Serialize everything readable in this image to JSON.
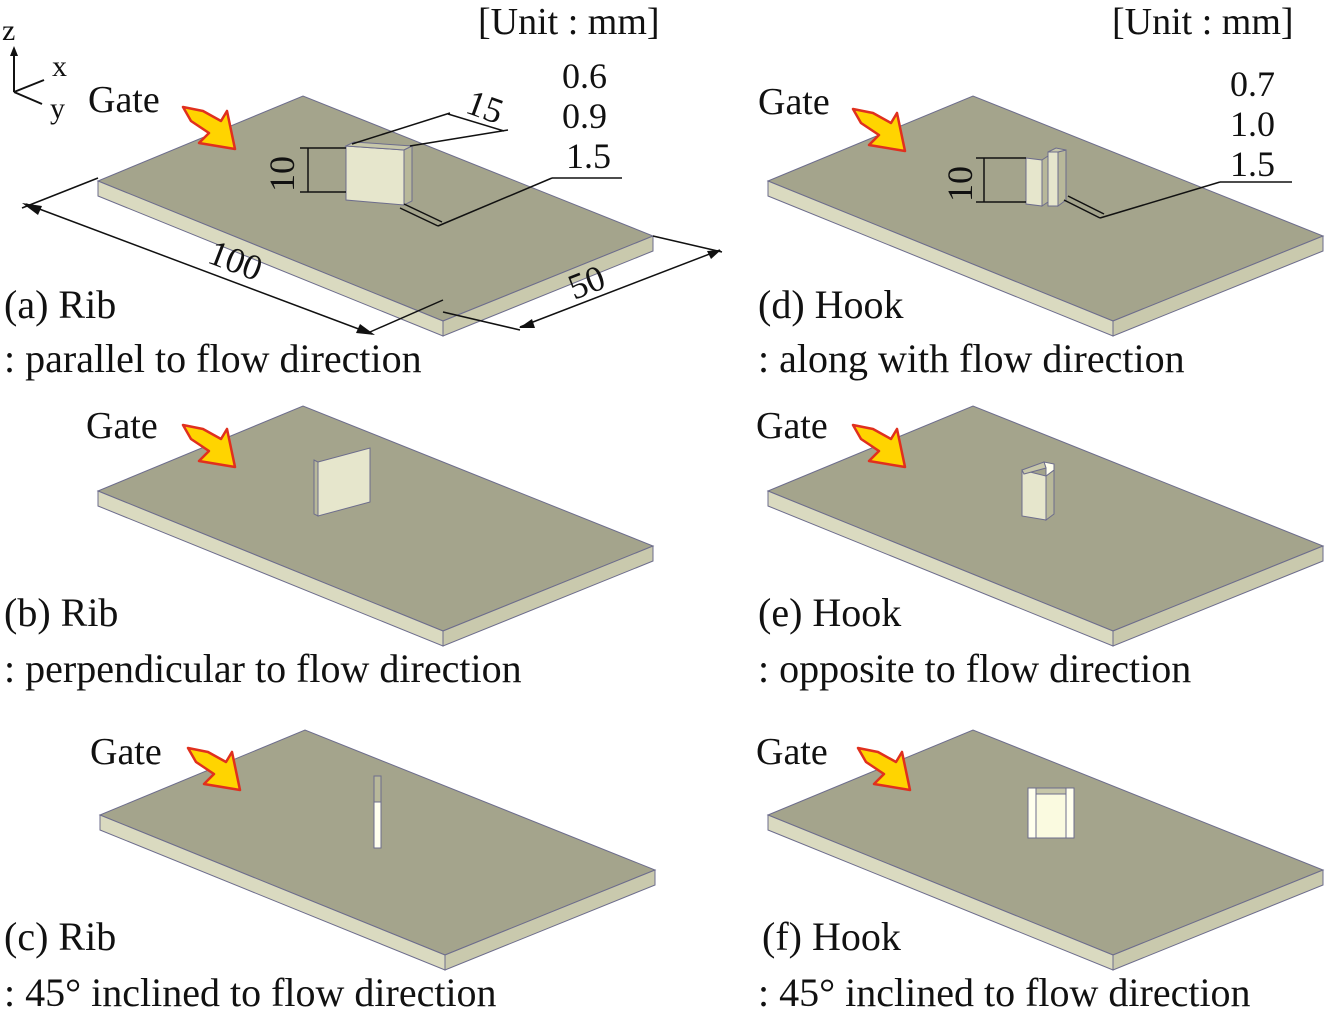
{
  "unit_label": "[Unit : mm]",
  "axes": {
    "z": "z",
    "x": "x",
    "y": "y"
  },
  "gate_label": "Gate",
  "panels": {
    "a": {
      "title": "(a) Rib",
      "subtitle": ": parallel to flow direction"
    },
    "b": {
      "title": "(b) Rib",
      "subtitle": ": perpendicular to flow direction"
    },
    "c": {
      "title": "(c) Rib",
      "subtitle": ": 45° inclined to flow direction"
    },
    "d": {
      "title": "(d) Hook",
      "subtitle": ": along with flow direction"
    },
    "e": {
      "title": "(e) Hook",
      "subtitle": ": opposite to flow direction"
    },
    "f": {
      "title": "(f) Hook",
      "subtitle": ": 45° inclined to flow direction"
    }
  },
  "rib_dims": {
    "length": "100",
    "width": "50",
    "rib_length": "15",
    "height": "10",
    "thickness": [
      "0.6",
      "0.9",
      "1.5"
    ]
  },
  "hook_dims": {
    "height": "10",
    "thickness": [
      "0.7",
      "1.0",
      "1.5"
    ]
  },
  "colors": {
    "plate_top": "#a4a48c",
    "plate_side": "#dadac0",
    "feature": "#e6e6cc",
    "feature_dark": "#b8b89a",
    "arrow_fill": "#ffd400",
    "arrow_stroke": "#e0301e"
  }
}
